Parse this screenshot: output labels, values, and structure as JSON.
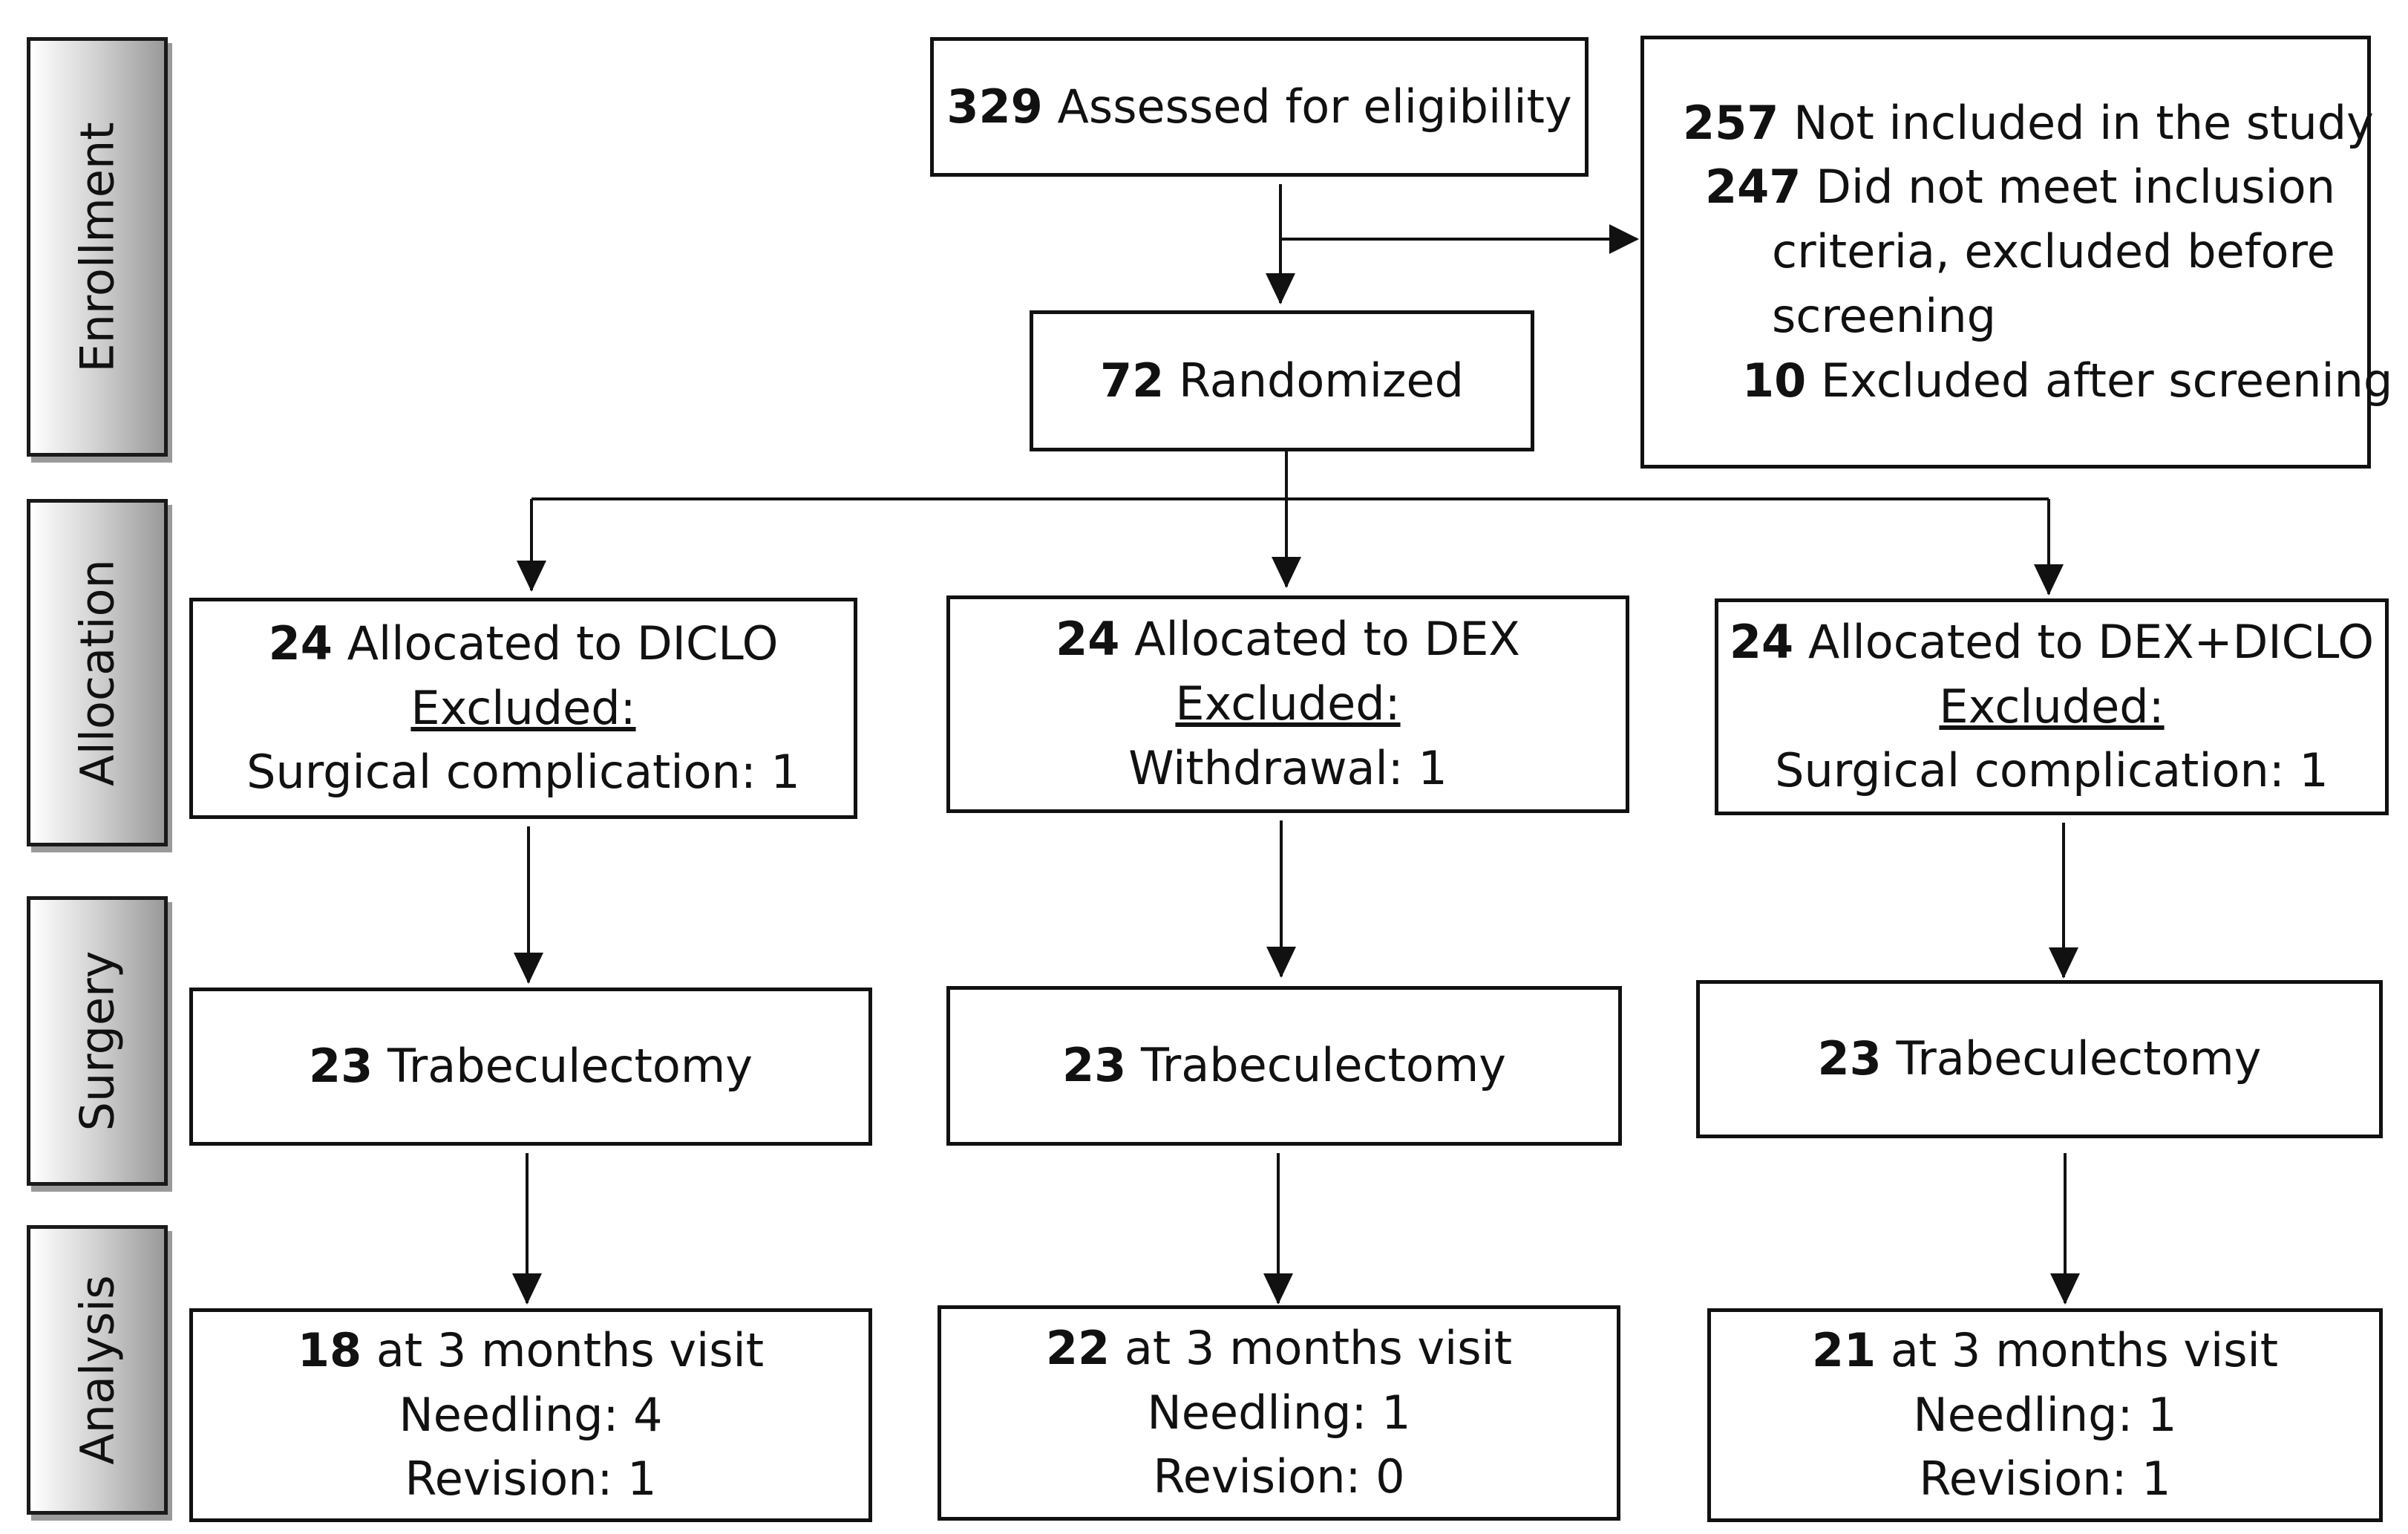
{
  "stages": {
    "enrollment": "Enrollment",
    "allocation": "Allocation",
    "surgery": "Surgery",
    "analysis": "Analysis"
  },
  "assessed": {
    "count": "329",
    "label": "Assessed for eligibility"
  },
  "randomized": {
    "count": "72",
    "label": "Randomized"
  },
  "not_included": {
    "count": "257",
    "label": "Not included in the study",
    "sub1_count": "247",
    "sub1_label_a": "Did not meet inclusion",
    "sub1_label_b": "criteria, excluded before",
    "sub1_label_c": "screening",
    "sub2_count": "10",
    "sub2_label": "Excluded after screening"
  },
  "arms": [
    {
      "allocated_count": "24",
      "allocated_label": "Allocated to DICLO",
      "excluded_heading": "Excluded:",
      "excluded_detail": "Surgical complication: 1",
      "surgery_count": "23",
      "surgery_label": "Trabeculectomy",
      "analysis_count": "18",
      "analysis_label": "at 3 months visit",
      "needling": "Needling: 4",
      "revision": "Revision: 1"
    },
    {
      "allocated_count": "24",
      "allocated_label": "Allocated to DEX",
      "excluded_heading": "Excluded:",
      "excluded_detail": "Withdrawal: 1",
      "surgery_count": "23",
      "surgery_label": "Trabeculectomy",
      "analysis_count": "22",
      "analysis_label": "at 3 months visit",
      "needling": "Needling: 1",
      "revision": "Revision: 0"
    },
    {
      "allocated_count": "24",
      "allocated_label": "Allocated to DEX+DICLO",
      "excluded_heading": "Excluded:",
      "excluded_detail": "Surgical complication: 1",
      "surgery_count": "23",
      "surgery_label": "Trabeculectomy",
      "analysis_count": "21",
      "analysis_label": "at 3 months visit",
      "needling": "Needling: 1",
      "revision": "Revision: 1"
    }
  ]
}
